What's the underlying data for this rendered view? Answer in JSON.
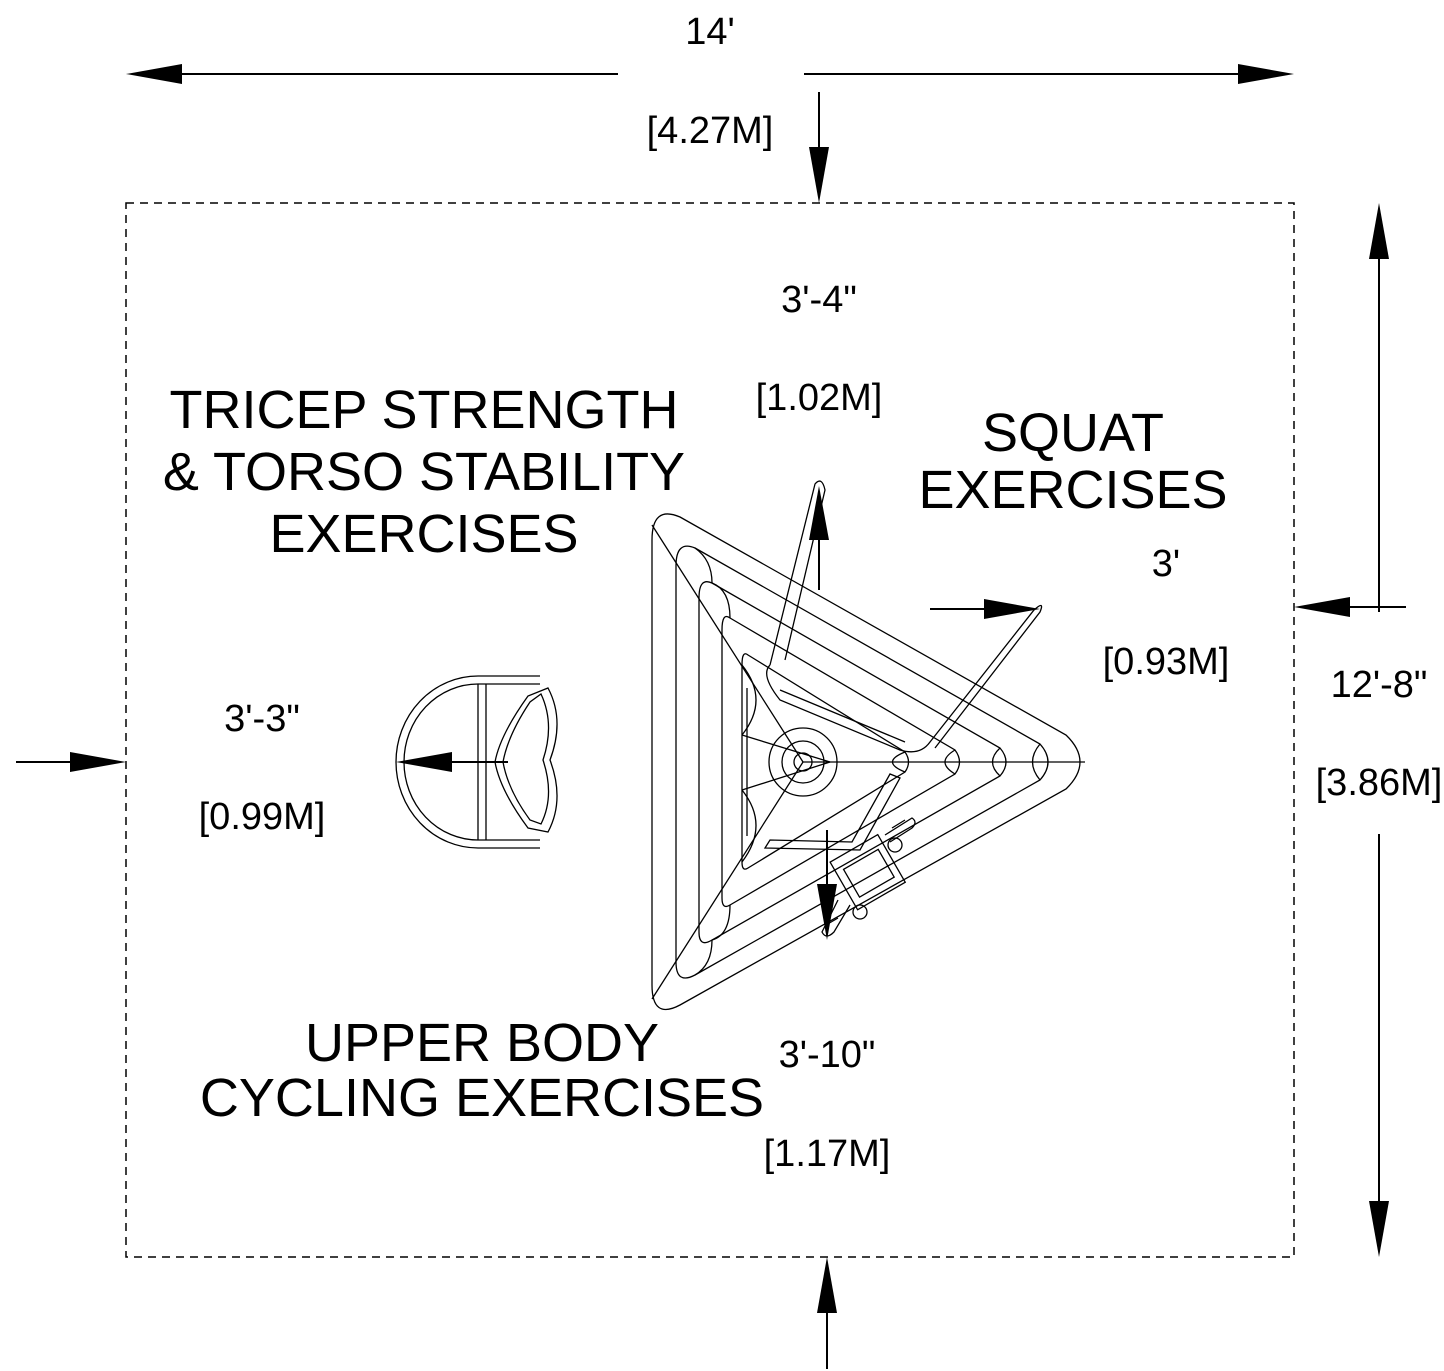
{
  "dimensions": {
    "overall_width": {
      "imperial": "14'",
      "metric": "[4.27M]"
    },
    "overall_depth": {
      "imperial": "12'-8\"",
      "metric": "[3.86M]"
    },
    "top_clearance": {
      "imperial": "3'-4\"",
      "metric": "[1.02M]"
    },
    "right_clearance": {
      "imperial": "3'",
      "metric": "[0.93M]"
    },
    "left_clearance": {
      "imperial": "3'-3\"",
      "metric": "[0.99M]"
    },
    "bottom_clearance": {
      "imperial": "3'-10\"",
      "metric": "[1.17M]"
    }
  },
  "zones": {
    "tricep": [
      "TRICEP STRENGTH",
      "& TORSO STABILITY",
      "EXERCISES"
    ],
    "squat": [
      "SQUAT",
      "EXERCISES"
    ],
    "cycling": [
      "UPPER BODY",
      "CYCLING EXERCISES"
    ]
  },
  "style": {
    "line_color": "#000000",
    "background": "#ffffff"
  }
}
